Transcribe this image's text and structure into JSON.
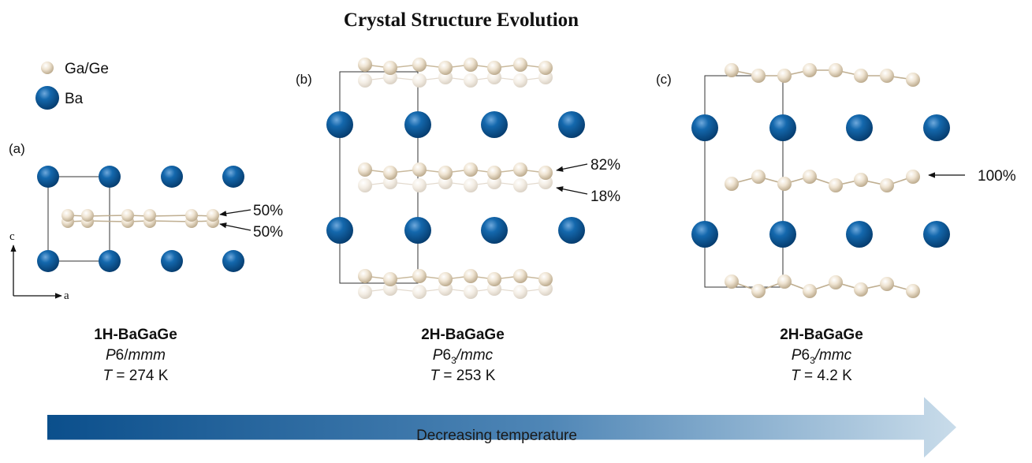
{
  "title": "Crystal Structure Evolution",
  "legend": [
    {
      "label": "Ga/Ge",
      "color": "#efe4d2"
    },
    {
      "label": "Ba",
      "color": "#0e5d9c"
    }
  ],
  "axes": {
    "c": "c",
    "a": "a"
  },
  "panels": [
    {
      "tag": "(a)",
      "name": "1H-BaGaGe",
      "group_main": "P6/mmm",
      "group_P": "P",
      "group_num": "6/",
      "group_sub": "",
      "group_tail": "mmm",
      "temp_T": "T",
      "temp_rest": " = 274 K",
      "occupancies": [
        "50%",
        "50%"
      ]
    },
    {
      "tag": "(b)",
      "name": "2H-BaGaGe",
      "group_P": "P",
      "group_num": "6",
      "group_sub": "3",
      "group_tail": "/mmc",
      "temp_T": "T",
      "temp_rest": " = 253 K",
      "occupancies": [
        "82%",
        "18%"
      ]
    },
    {
      "tag": "(c)",
      "name": "2H-BaGaGe",
      "group_P": "P",
      "group_num": "6",
      "group_sub": "3",
      "group_tail": "/mmc",
      "temp_T": "T",
      "temp_rest": " = 4.2 K",
      "occupancies": [
        "100%"
      ]
    }
  ],
  "temperature_arrow": {
    "label": "Decreasing temperature",
    "color_start": "#0b4f8c",
    "color_end": "#c9dcea"
  }
}
